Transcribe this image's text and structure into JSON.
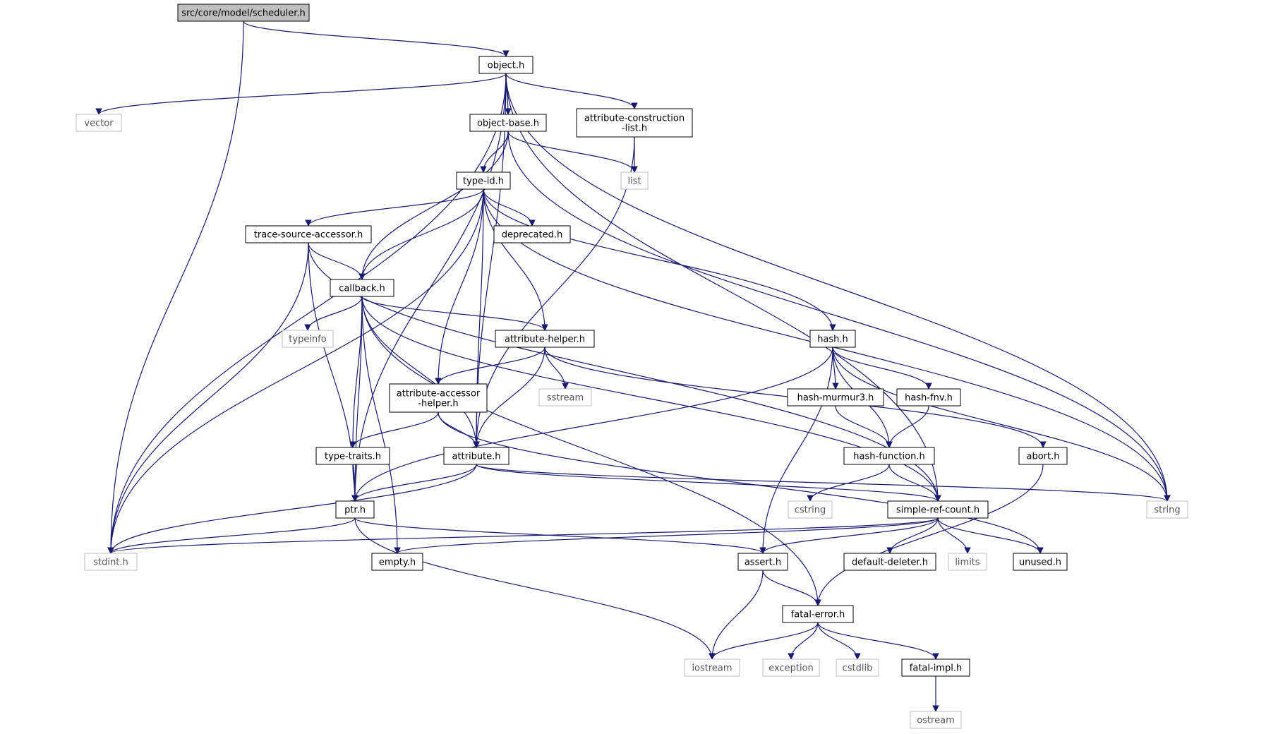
{
  "nodes": [
    {
      "id": "scheduler",
      "label": "src/core/model/scheduler.h",
      "kind": "root"
    },
    {
      "id": "object",
      "label": "object.h",
      "kind": "doc"
    },
    {
      "id": "vector",
      "label": "vector",
      "kind": "sys"
    },
    {
      "id": "objectbase",
      "label": "object-base.h",
      "kind": "doc"
    },
    {
      "id": "acl",
      "label": "attribute-construction\n-list.h",
      "kind": "doc"
    },
    {
      "id": "list",
      "label": "list",
      "kind": "sys"
    },
    {
      "id": "typeid",
      "label": "type-id.h",
      "kind": "doc"
    },
    {
      "id": "tsa",
      "label": "trace-source-accessor.h",
      "kind": "doc"
    },
    {
      "id": "deprecated",
      "label": "deprecated.h",
      "kind": "doc"
    },
    {
      "id": "callback",
      "label": "callback.h",
      "kind": "doc"
    },
    {
      "id": "typeinfo",
      "label": "typeinfo",
      "kind": "sys"
    },
    {
      "id": "attrhelper",
      "label": "attribute-helper.h",
      "kind": "doc"
    },
    {
      "id": "hash",
      "label": "hash.h",
      "kind": "doc"
    },
    {
      "id": "aah",
      "label": "attribute-accessor\n-helper.h",
      "kind": "doc"
    },
    {
      "id": "sstream",
      "label": "sstream",
      "kind": "sys"
    },
    {
      "id": "murmur",
      "label": "hash-murmur3.h",
      "kind": "doc"
    },
    {
      "id": "fnv",
      "label": "hash-fnv.h",
      "kind": "doc"
    },
    {
      "id": "typetraits",
      "label": "type-traits.h",
      "kind": "doc"
    },
    {
      "id": "attribute",
      "label": "attribute.h",
      "kind": "doc"
    },
    {
      "id": "hashfunc",
      "label": "hash-function.h",
      "kind": "doc"
    },
    {
      "id": "abort",
      "label": "abort.h",
      "kind": "doc"
    },
    {
      "id": "ptr",
      "label": "ptr.h",
      "kind": "doc"
    },
    {
      "id": "cstring",
      "label": "cstring",
      "kind": "sys"
    },
    {
      "id": "src",
      "label": "simple-ref-count.h",
      "kind": "doc"
    },
    {
      "id": "string",
      "label": "string",
      "kind": "sys"
    },
    {
      "id": "stdint",
      "label": "stdint.h",
      "kind": "sys"
    },
    {
      "id": "empty",
      "label": "empty.h",
      "kind": "doc"
    },
    {
      "id": "assert",
      "label": "assert.h",
      "kind": "doc"
    },
    {
      "id": "defdel",
      "label": "default-deleter.h",
      "kind": "doc"
    },
    {
      "id": "limits",
      "label": "limits",
      "kind": "sys"
    },
    {
      "id": "unused",
      "label": "unused.h",
      "kind": "doc"
    },
    {
      "id": "fatalerror",
      "label": "fatal-error.h",
      "kind": "doc"
    },
    {
      "id": "iostream",
      "label": "iostream",
      "kind": "sys"
    },
    {
      "id": "exception",
      "label": "exception",
      "kind": "sys"
    },
    {
      "id": "cstdlib",
      "label": "cstdlib",
      "kind": "sys"
    },
    {
      "id": "fatalimpl",
      "label": "fatal-impl.h",
      "kind": "doc"
    },
    {
      "id": "ostream",
      "label": "ostream",
      "kind": "sys"
    }
  ],
  "edges": [
    [
      "scheduler",
      "object"
    ],
    [
      "scheduler",
      "stdint"
    ],
    [
      "object",
      "vector"
    ],
    [
      "object",
      "objectbase"
    ],
    [
      "object",
      "acl"
    ],
    [
      "object",
      "stdint"
    ],
    [
      "object",
      "ptr"
    ],
    [
      "object",
      "attribute"
    ],
    [
      "object",
      "src"
    ],
    [
      "object",
      "string"
    ],
    [
      "objectbase",
      "typeid"
    ],
    [
      "objectbase",
      "list"
    ],
    [
      "objectbase",
      "callback"
    ],
    [
      "objectbase",
      "string"
    ],
    [
      "acl",
      "list"
    ],
    [
      "acl",
      "attribute"
    ],
    [
      "typeid",
      "tsa"
    ],
    [
      "typeid",
      "deprecated"
    ],
    [
      "typeid",
      "callback"
    ],
    [
      "typeid",
      "attrhelper"
    ],
    [
      "typeid",
      "hash"
    ],
    [
      "typeid",
      "aah"
    ],
    [
      "typeid",
      "attribute"
    ],
    [
      "typeid",
      "stdint"
    ],
    [
      "typeid",
      "string"
    ],
    [
      "tsa",
      "callback"
    ],
    [
      "tsa",
      "ptr"
    ],
    [
      "tsa",
      "stdint"
    ],
    [
      "tsa",
      "src"
    ],
    [
      "callback",
      "typeinfo"
    ],
    [
      "callback",
      "attrhelper"
    ],
    [
      "callback",
      "typetraits"
    ],
    [
      "callback",
      "attribute"
    ],
    [
      "callback",
      "ptr"
    ],
    [
      "callback",
      "empty"
    ],
    [
      "callback",
      "fatalerror"
    ],
    [
      "callback",
      "src"
    ],
    [
      "attrhelper",
      "aah"
    ],
    [
      "attrhelper",
      "sstream"
    ],
    [
      "attrhelper",
      "attribute"
    ],
    [
      "attrhelper",
      "abort"
    ],
    [
      "aah",
      "typetraits"
    ],
    [
      "aah",
      "attribute"
    ],
    [
      "aah",
      "unused"
    ],
    [
      "hash",
      "murmur"
    ],
    [
      "hash",
      "fnv"
    ],
    [
      "hash",
      "hashfunc"
    ],
    [
      "hash",
      "assert"
    ],
    [
      "hash",
      "ptr"
    ],
    [
      "hash",
      "string"
    ],
    [
      "murmur",
      "hashfunc"
    ],
    [
      "fnv",
      "hashfunc"
    ],
    [
      "hashfunc",
      "cstring"
    ],
    [
      "hashfunc",
      "src"
    ],
    [
      "typetraits",
      "ptr"
    ],
    [
      "attribute",
      "ptr"
    ],
    [
      "attribute",
      "src"
    ],
    [
      "attribute",
      "string"
    ],
    [
      "attribute",
      "stdint"
    ],
    [
      "abort",
      "fatalerror"
    ],
    [
      "ptr",
      "stdint"
    ],
    [
      "ptr",
      "assert"
    ],
    [
      "ptr",
      "iostream"
    ],
    [
      "src",
      "stdint"
    ],
    [
      "src",
      "empty"
    ],
    [
      "src",
      "assert"
    ],
    [
      "src",
      "defdel"
    ],
    [
      "src",
      "limits"
    ],
    [
      "src",
      "unused"
    ],
    [
      "assert",
      "fatalerror"
    ],
    [
      "assert",
      "iostream"
    ],
    [
      "fatalerror",
      "iostream"
    ],
    [
      "fatalerror",
      "exception"
    ],
    [
      "fatalerror",
      "cstdlib"
    ],
    [
      "fatalerror",
      "fatalimpl"
    ],
    [
      "fatalimpl",
      "ostream"
    ]
  ],
  "colors": {
    "edge": "#191970",
    "doc_border": "#000000",
    "sys_border": "#bfbfbf",
    "root_fill": "#bfbfbf",
    "doc_text": "#000000",
    "sys_text": "#555555"
  }
}
